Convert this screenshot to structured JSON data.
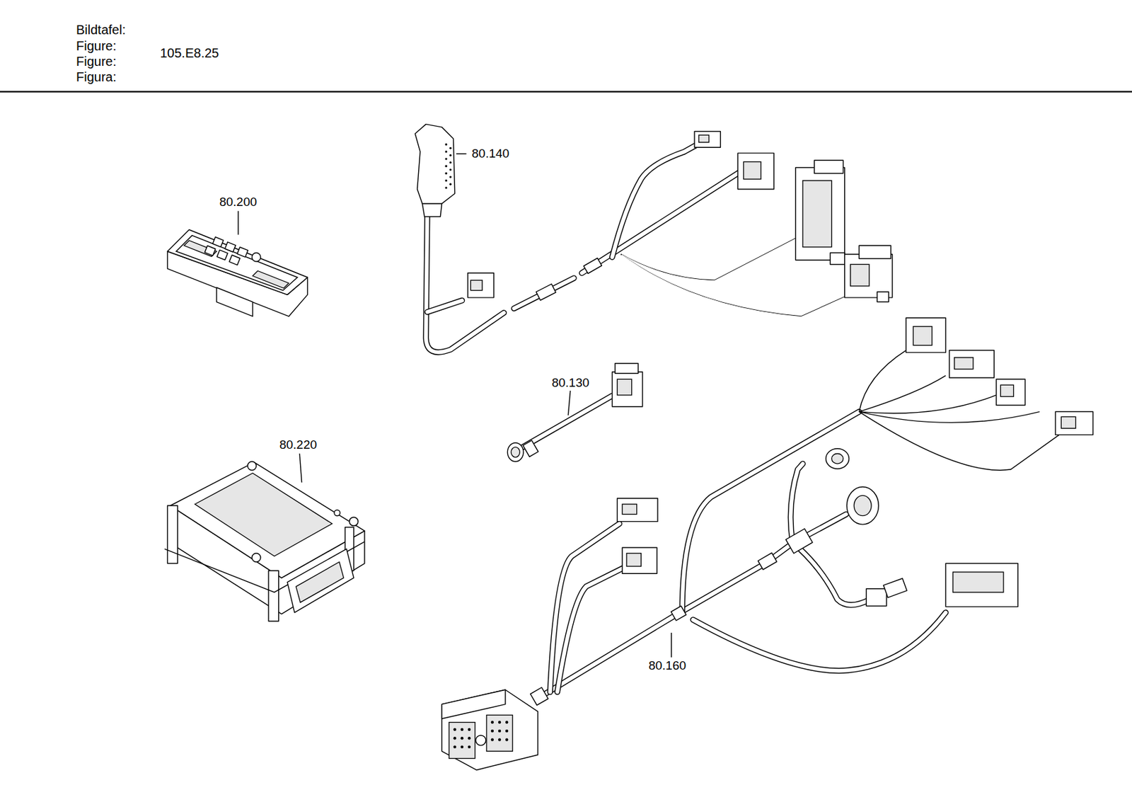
{
  "diagram": {
    "labels": [
      "Bildtafel:",
      "Figure:",
      "Figure:",
      "Figura:",
      "105.E8.25",
      "80.140",
      "80.200",
      "80.130",
      "80.220",
      "80.160"
    ]
  }
}
